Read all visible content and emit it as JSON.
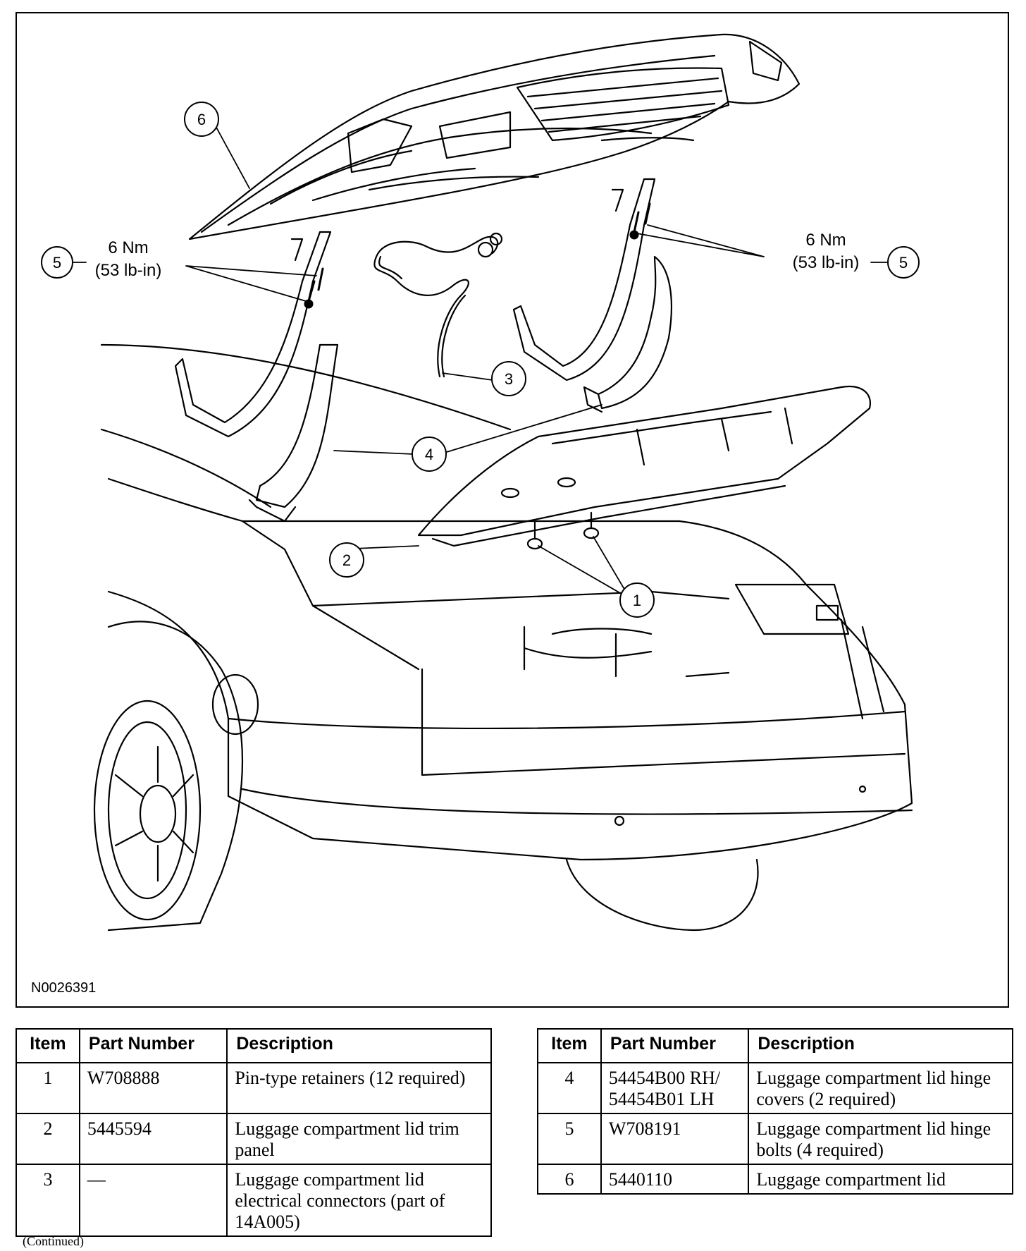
{
  "figure": {
    "id": "N0026391",
    "callouts": [
      "1",
      "2",
      "3",
      "4",
      "5",
      "6"
    ],
    "torque_spec": {
      "line1": "6 Nm",
      "line2": "(53 lb-in)"
    }
  },
  "tables": {
    "left": {
      "headers": [
        "Item",
        "Part Number",
        "Description"
      ],
      "rows": [
        {
          "item": "1",
          "part": "W708888",
          "desc": "Pin-type retainers (12 required)"
        },
        {
          "item": "2",
          "part": "5445594",
          "desc": "Luggage compartment lid trim panel"
        },
        {
          "item": "3",
          "part": "—",
          "desc": "Luggage compartment lid electrical connectors (part of 14A005)"
        }
      ]
    },
    "right": {
      "headers": [
        "Item",
        "Part Number",
        "Description"
      ],
      "rows": [
        {
          "item": "4",
          "part": "54454B00 RH/ 54454B01 LH",
          "desc": "Luggage compartment lid hinge covers (2 required)"
        },
        {
          "item": "5",
          "part": "W708191",
          "desc": "Luggage compartment lid hinge bolts (4 required)"
        },
        {
          "item": "6",
          "part": "5440110",
          "desc": "Luggage compartment lid"
        }
      ]
    }
  },
  "footer": {
    "continued": "(Continued)"
  }
}
